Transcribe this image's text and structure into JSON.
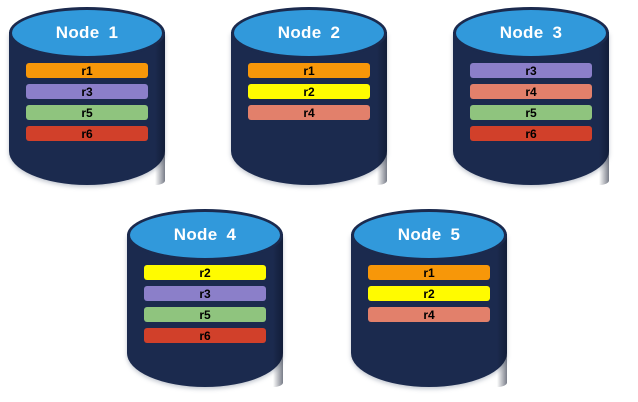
{
  "diagram": {
    "title_prefix": "Node",
    "background_color": "#ffffff",
    "cylinder_body_color": "#1b2a4e",
    "cylinder_top_color": "#3199db",
    "label_text_color": "#ffffff",
    "bar_text_color": "#000000"
  },
  "replica_colors": {
    "r1": "#f79709",
    "r2": "#fffb00",
    "r3": "#8b7fc9",
    "r4": "#e2806b",
    "r5": "#8fc47e",
    "r6": "#d1402a"
  },
  "nodes": [
    {
      "id": "node-1",
      "name": "Node",
      "number": "1",
      "label": "Node 1",
      "replicas": [
        {
          "label": "r1",
          "color": "#f79709"
        },
        {
          "label": "r3",
          "color": "#8b7fc9"
        },
        {
          "label": "r5",
          "color": "#8fc47e"
        },
        {
          "label": "r6",
          "color": "#d1402a"
        }
      ]
    },
    {
      "id": "node-2",
      "name": "Node",
      "number": "2",
      "label": "Node 2",
      "replicas": [
        {
          "label": "r1",
          "color": "#f79709"
        },
        {
          "label": "r2",
          "color": "#fffb00"
        },
        {
          "label": "r4",
          "color": "#e2806b"
        }
      ]
    },
    {
      "id": "node-3",
      "name": "Node",
      "number": "3",
      "label": "Node 3",
      "replicas": [
        {
          "label": "r3",
          "color": "#8b7fc9"
        },
        {
          "label": "r4",
          "color": "#e2806b"
        },
        {
          "label": "r5",
          "color": "#8fc47e"
        },
        {
          "label": "r6",
          "color": "#d1402a"
        }
      ]
    },
    {
      "id": "node-4",
      "name": "Node",
      "number": "4",
      "label": "Node 4",
      "replicas": [
        {
          "label": "r2",
          "color": "#fffb00"
        },
        {
          "label": "r3",
          "color": "#8b7fc9"
        },
        {
          "label": "r5",
          "color": "#8fc47e"
        },
        {
          "label": "r6",
          "color": "#d1402a"
        }
      ]
    },
    {
      "id": "node-5",
      "name": "Node",
      "number": "5",
      "label": "Node 5",
      "replicas": [
        {
          "label": "r1",
          "color": "#f79709"
        },
        {
          "label": "r2",
          "color": "#fffb00"
        },
        {
          "label": "r4",
          "color": "#e2806b"
        }
      ]
    }
  ]
}
